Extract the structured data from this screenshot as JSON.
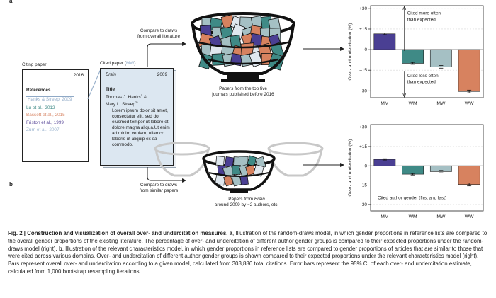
{
  "panel_a": "a",
  "panel_b": "b",
  "citing": {
    "label": "Citing paper",
    "year": "2016",
    "refs_title": "References",
    "refs": [
      {
        "text": "Hanks & Streep, 2009",
        "color": "#8fa9c6"
      },
      {
        "text": "Lu et al., 2012",
        "color": "#3f8a86"
      },
      {
        "text": "Bassett et al., 2015",
        "color": "#d98a6a"
      },
      {
        "text": "Friston et al., 1999",
        "color": "#5b4a9a"
      },
      {
        "text": "Zurn et al., 2007",
        "color": "#9cb4cf"
      }
    ]
  },
  "cited": {
    "label": "Cited paper (",
    "label_code": "MW",
    "label_end": ")",
    "journal": "Brain",
    "year": "2009",
    "title_head": "Title",
    "authors_1": "Thomas J. Hanks",
    "sup_1": "1",
    "authors_amp": " &",
    "authors_2": "Mary L. Streep",
    "sup_2": "2*",
    "body": "Lorem ipsum dolor sit amet, consectetur elit, sed do eiusmod tempor ut labore et dolore magna aliqua.Ut enim ad minim veniam, ullamco laboris ut aliquip ex ea commodo."
  },
  "flow": {
    "compare_overall_1": "Compare to draws",
    "compare_overall_2": "from overall literature",
    "compare_similar_1": "Compare to draws",
    "compare_similar_2": "from similar papers",
    "bowl_top_1": "Papers from the top five",
    "bowl_top_2": "journals published before 2016",
    "bowl_bottom_1": "Papers from",
    "bowl_bottom_journal": "Brain",
    "bowl_bottom_2": "around 2009 by ~2 authors, etc."
  },
  "chart_data": [
    {
      "type": "bar",
      "panel": "a",
      "categories": [
        "MM",
        "WM",
        "MW",
        "WW"
      ],
      "values": [
        11.5,
        -10.0,
        -12.5,
        -30.5
      ],
      "errors": [
        0.6,
        0.7,
        1.0,
        1.0
      ],
      "colors": [
        "#4a3f93",
        "#3f8a86",
        "#a5c0c4",
        "#d7825f"
      ],
      "ylabel": "Over- and undercitation (%)",
      "yticks": [
        "+30",
        "+15",
        "0",
        "–15",
        "–30"
      ],
      "ylim": [
        -35,
        32
      ],
      "annot_up_1": "Cited more often",
      "annot_up_2": "than expected",
      "annot_down_1": "Cited less often",
      "annot_down_2": "than expected"
    },
    {
      "type": "bar",
      "panel": "b",
      "categories": [
        "MM",
        "WM",
        "MW",
        "WW"
      ],
      "values": [
        5.0,
        -6.5,
        -4.5,
        -14.5
      ],
      "errors": [
        0.5,
        0.6,
        0.9,
        1.1
      ],
      "colors": [
        "#4a3f93",
        "#3f8a86",
        "#a5c0c4",
        "#d7825f"
      ],
      "ylabel": "Over- and undercitation (%)",
      "yticks": [
        "+30",
        "+15",
        "0",
        "–15",
        "–30"
      ],
      "ylim": [
        -35,
        32
      ],
      "annot": "Cited author gender (first and last)"
    }
  ],
  "caption": {
    "lead": "Fig. 2 | Construction and visualization of overall over- and undercitation measures.",
    "a_letter": "a",
    "a_text": ", Illustration of the random-draws model, in which gender proportions in reference lists are compared to the overall gender proportions of the existing literature. The percentage of over- and undercitation of different author gender groups is compared to their expected proportions under the random-draws model (right).",
    "b_letter": "b",
    "b_text": ", Illustration of the relevant characteristics model, in which gender proportions in reference lists are compared to gender proportions of articles that are similar to those that were cited across various domains. Over- and undercitation of different author gender groups is shown compared to their expected proportions under the relevant characteristics model (right). Bars represent overall over- and undercitation according to a given model, calculated from 303,886 total citations. Error bars represent the 95% CI of each over- and undercitation estimate, calculated from 1,000 bootstrap resampling iterations."
  }
}
